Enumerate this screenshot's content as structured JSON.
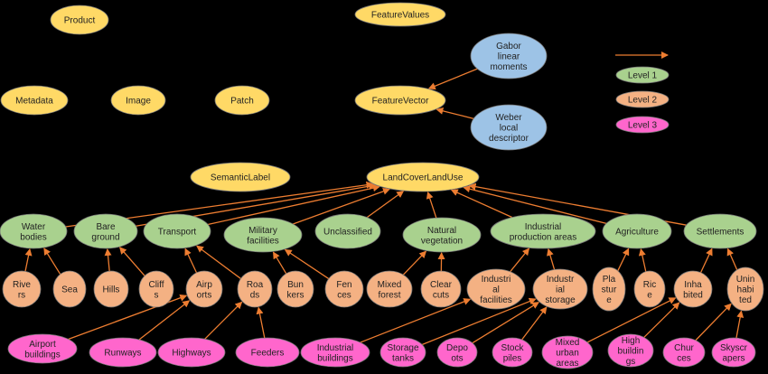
{
  "colors": {
    "background": "#000000",
    "yellow_node": "#FFD966",
    "blue_node": "#9DC3E6",
    "level1": "#A9D18E",
    "level2": "#F4B183",
    "level3": "#FF66CC",
    "arrow": "#ED7D31",
    "node_border": "#777777",
    "text": "#222222"
  },
  "legend": [
    {
      "id": "legend-arrow",
      "type": "arrow",
      "label": ""
    },
    {
      "id": "legend-level1",
      "type": "level1",
      "label": "Level 1"
    },
    {
      "id": "legend-level2",
      "type": "level2",
      "label": "Level 2"
    },
    {
      "id": "legend-level3",
      "type": "level3",
      "label": "Level 3"
    }
  ],
  "nodes": [
    {
      "id": "product",
      "type": "yellow",
      "lines": [
        "Product"
      ]
    },
    {
      "id": "featurevalues",
      "type": "yellow",
      "lines": [
        "FeatureValues"
      ]
    },
    {
      "id": "metadata",
      "type": "yellow",
      "lines": [
        "Metadata"
      ]
    },
    {
      "id": "image",
      "type": "yellow",
      "lines": [
        "Image"
      ]
    },
    {
      "id": "patch",
      "type": "yellow",
      "lines": [
        "Patch"
      ]
    },
    {
      "id": "featurevector",
      "type": "yellow",
      "lines": [
        "FeatureVector"
      ]
    },
    {
      "id": "gabor",
      "type": "blue",
      "lines": [
        "Gabor",
        "linear",
        "moments"
      ]
    },
    {
      "id": "weber",
      "type": "blue",
      "lines": [
        "Weber",
        "local",
        "descriptor"
      ]
    },
    {
      "id": "semanticlabel",
      "type": "yellow",
      "lines": [
        "SemanticLabel"
      ]
    },
    {
      "id": "landcover",
      "type": "yellow",
      "lines": [
        "LandCoverLandUse"
      ]
    },
    {
      "id": "water",
      "type": "level1",
      "lines": [
        "Water",
        "bodies"
      ]
    },
    {
      "id": "bare",
      "type": "level1",
      "lines": [
        "Bare",
        "ground"
      ]
    },
    {
      "id": "transport",
      "type": "level1",
      "lines": [
        "Transport"
      ]
    },
    {
      "id": "military",
      "type": "level1",
      "lines": [
        "Military",
        "facilities"
      ]
    },
    {
      "id": "unclassified",
      "type": "level1",
      "lines": [
        "Unclassified"
      ]
    },
    {
      "id": "natural",
      "type": "level1",
      "lines": [
        "Natural",
        "vegetation"
      ]
    },
    {
      "id": "industrialprod",
      "type": "level1",
      "lines": [
        "Industrial",
        "production areas"
      ]
    },
    {
      "id": "agriculture",
      "type": "level1",
      "lines": [
        "Agriculture"
      ]
    },
    {
      "id": "settlements",
      "type": "level1",
      "lines": [
        "Settlements"
      ]
    },
    {
      "id": "rivers",
      "type": "level2",
      "lines": [
        "Rive",
        "rs"
      ]
    },
    {
      "id": "sea",
      "type": "level2",
      "lines": [
        "Sea"
      ]
    },
    {
      "id": "hills",
      "type": "level2",
      "lines": [
        "Hills"
      ]
    },
    {
      "id": "cliffs",
      "type": "level2",
      "lines": [
        "Cliff",
        "s"
      ]
    },
    {
      "id": "airports",
      "type": "level2",
      "lines": [
        "Airp",
        "orts"
      ]
    },
    {
      "id": "roads",
      "type": "level2",
      "lines": [
        "Roa",
        "ds"
      ]
    },
    {
      "id": "bunkers",
      "type": "level2",
      "lines": [
        "Bun",
        "kers"
      ]
    },
    {
      "id": "fences",
      "type": "level2",
      "lines": [
        "Fen",
        "ces"
      ]
    },
    {
      "id": "mixedforest",
      "type": "level2",
      "lines": [
        "Mixed",
        "forest"
      ]
    },
    {
      "id": "clearcuts",
      "type": "level2",
      "lines": [
        "Clear",
        "cuts"
      ]
    },
    {
      "id": "indfacilities",
      "type": "level2",
      "lines": [
        "Industri",
        "al",
        "facilities"
      ]
    },
    {
      "id": "indstorage",
      "type": "level2",
      "lines": [
        "Industr",
        "ial",
        "storage"
      ]
    },
    {
      "id": "plasture",
      "type": "level2",
      "lines": [
        "Pla",
        "stur",
        "e"
      ]
    },
    {
      "id": "rice",
      "type": "level2",
      "lines": [
        "Ric",
        "e"
      ]
    },
    {
      "id": "inhabited",
      "type": "level2",
      "lines": [
        "Inha",
        "bited"
      ]
    },
    {
      "id": "uninhabited",
      "type": "level2",
      "lines": [
        "Unin",
        "habi",
        "ted"
      ]
    },
    {
      "id": "airportbuildings",
      "type": "level3",
      "lines": [
        "Airport",
        "buildings"
      ]
    },
    {
      "id": "runways",
      "type": "level3",
      "lines": [
        "Runways"
      ]
    },
    {
      "id": "highways",
      "type": "level3",
      "lines": [
        "Highways"
      ]
    },
    {
      "id": "feeders",
      "type": "level3",
      "lines": [
        "Feeders"
      ]
    },
    {
      "id": "industrialbuildings",
      "type": "level3",
      "lines": [
        "Industrial",
        "buildings"
      ]
    },
    {
      "id": "storagetanks",
      "type": "level3",
      "lines": [
        "Storage",
        "tanks"
      ]
    },
    {
      "id": "depots",
      "type": "level3",
      "lines": [
        "Depo",
        "ots"
      ]
    },
    {
      "id": "stockpiles",
      "type": "level3",
      "lines": [
        "Stock",
        "piles"
      ]
    },
    {
      "id": "mixedurban",
      "type": "level3",
      "lines": [
        "Mixed",
        "urban",
        "areas"
      ]
    },
    {
      "id": "highbuildings",
      "type": "level3",
      "lines": [
        "High",
        "buildin",
        "gs"
      ]
    },
    {
      "id": "churces",
      "type": "level3",
      "lines": [
        "Chur",
        "ces"
      ]
    },
    {
      "id": "skyscrapers",
      "type": "level3",
      "lines": [
        "Skyscr",
        "apers"
      ]
    }
  ],
  "edges": [
    [
      "gabor",
      "featurevector"
    ],
    [
      "weber",
      "featurevector"
    ],
    [
      "water",
      "landcover"
    ],
    [
      "bare",
      "landcover"
    ],
    [
      "transport",
      "landcover"
    ],
    [
      "military",
      "landcover"
    ],
    [
      "unclassified",
      "landcover"
    ],
    [
      "natural",
      "landcover"
    ],
    [
      "industrialprod",
      "landcover"
    ],
    [
      "agriculture",
      "landcover"
    ],
    [
      "settlements",
      "landcover"
    ],
    [
      "rivers",
      "water"
    ],
    [
      "sea",
      "water"
    ],
    [
      "hills",
      "bare"
    ],
    [
      "cliffs",
      "bare"
    ],
    [
      "airports",
      "transport"
    ],
    [
      "roads",
      "transport"
    ],
    [
      "bunkers",
      "military"
    ],
    [
      "fences",
      "military"
    ],
    [
      "mixedforest",
      "natural"
    ],
    [
      "clearcuts",
      "natural"
    ],
    [
      "indfacilities",
      "industrialprod"
    ],
    [
      "indstorage",
      "industrialprod"
    ],
    [
      "plasture",
      "agriculture"
    ],
    [
      "rice",
      "agriculture"
    ],
    [
      "inhabited",
      "settlements"
    ],
    [
      "uninhabited",
      "settlements"
    ],
    [
      "airportbuildings",
      "airports"
    ],
    [
      "runways",
      "airports"
    ],
    [
      "highways",
      "roads"
    ],
    [
      "feeders",
      "roads"
    ],
    [
      "industrialbuildings",
      "indfacilities"
    ],
    [
      "storagetanks",
      "indstorage"
    ],
    [
      "depots",
      "indstorage"
    ],
    [
      "stockpiles",
      "indstorage"
    ],
    [
      "mixedurban",
      "inhabited"
    ],
    [
      "highbuildings",
      "inhabited"
    ],
    [
      "churces",
      "uninhabited"
    ],
    [
      "skyscrapers",
      "uninhabited"
    ]
  ]
}
